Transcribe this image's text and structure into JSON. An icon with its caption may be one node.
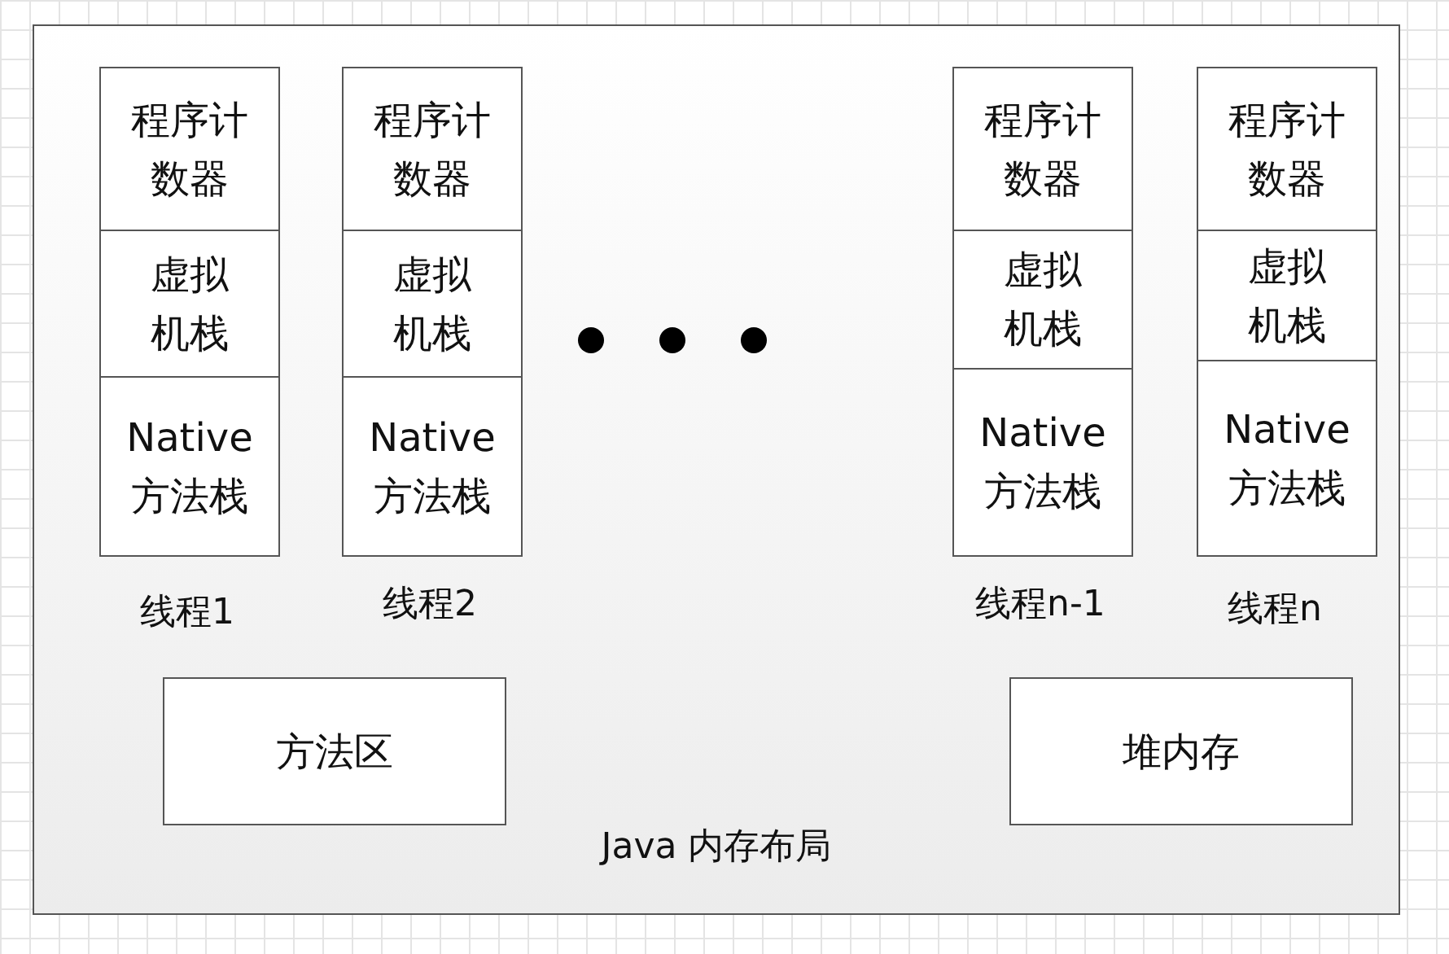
{
  "diagram": {
    "nodes": [
      {
        "text": [
          "Java 内存布局"
        ]
      },
      {
        "text": [
          "程序计数器"
        ],
        "in": 0
      },
      {
        "text": [
          "虚拟机栈"
        ],
        "in": 0
      },
      {
        "text": [
          "Native 方法栈"
        ],
        "in": 0
      },
      {
        "text": [
          "程序计数器"
        ],
        "in": 0
      },
      {
        "text": [
          "虚拟机栈"
        ],
        "in": 0
      },
      {
        "text": [
          "Native 方法栈"
        ],
        "in": 0
      },
      {
        "text": [
          "程序计数器"
        ],
        "in": 0
      },
      {
        "text": [
          "虚拟机栈"
        ],
        "in": 0
      },
      {
        "text": [
          "Native 方法栈"
        ],
        "in": 0
      },
      {
        "text": [
          "程序计数器"
        ],
        "in": 0
      },
      {
        "text": [
          "虚拟机栈"
        ],
        "in": 0
      },
      {
        "text": [
          "Native 方法栈"
        ],
        "in": 0
      },
      {
        "text": [
          "方法区"
        ],
        "in": 0
      },
      {
        "text": [
          "堆内存"
        ],
        "in": 0
      }
    ],
    "edges": [],
    "labels": [
      "线程1",
      "线程2",
      "线程n-1",
      "线程n"
    ]
  }
}
